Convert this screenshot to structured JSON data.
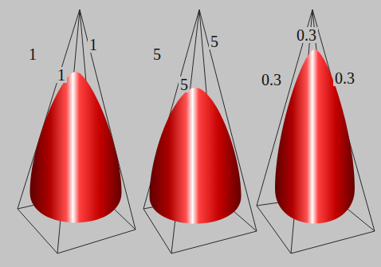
{
  "diagram": {
    "labels": [
      "1",
      "1",
      "1",
      "5",
      "5",
      "5",
      "0.3",
      "0.3",
      "0.3"
    ]
  }
}
